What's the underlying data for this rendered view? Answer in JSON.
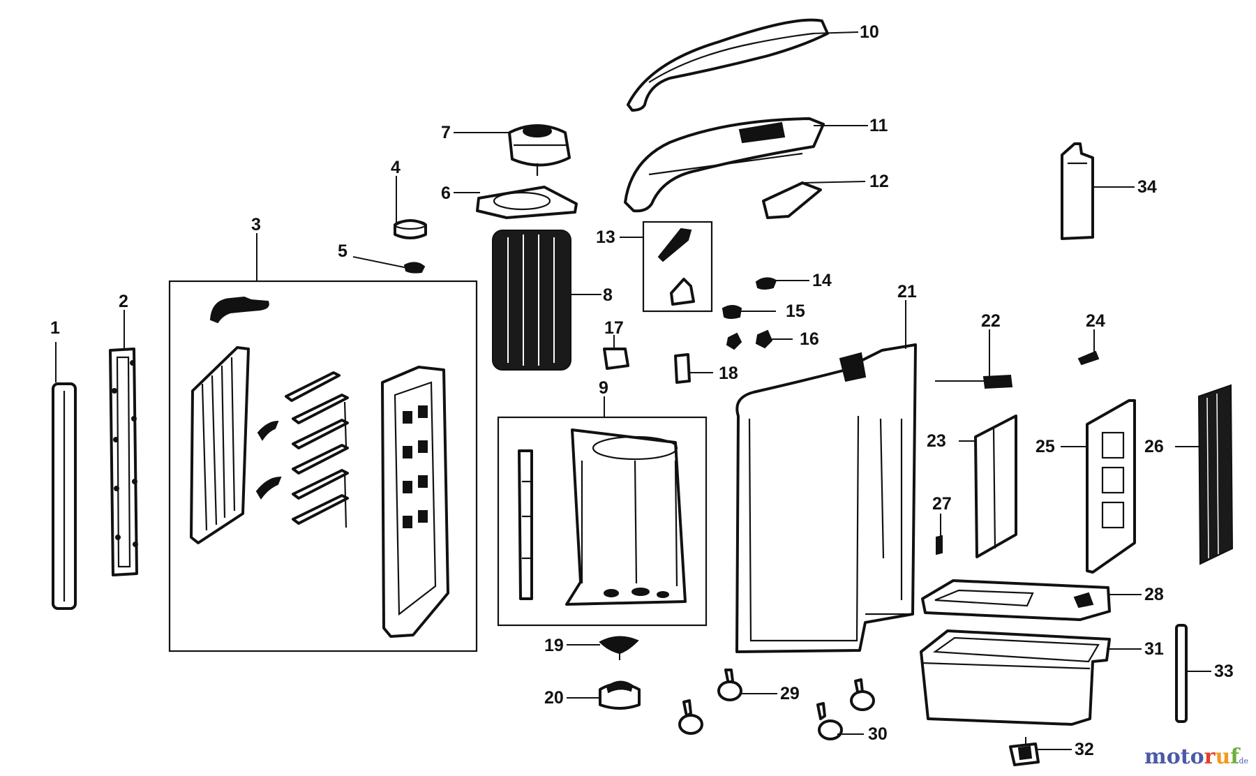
{
  "callouts": [
    "1",
    "2",
    "3",
    "4",
    "5",
    "6",
    "7",
    "8",
    "9",
    "10",
    "11",
    "12",
    "13",
    "14",
    "15",
    "16",
    "17",
    "18",
    "19",
    "20",
    "21",
    "22",
    "23",
    "24",
    "25",
    "26",
    "27",
    "28",
    "29",
    "30",
    "31",
    "32",
    "33",
    "34"
  ],
  "watermark": {
    "letters": [
      "m",
      "o",
      "t",
      "o",
      "r",
      "u",
      "f"
    ],
    "letter_colors": [
      "#4b5aa6",
      "#4b5aa6",
      "#4b5aa6",
      "#4b5aa6",
      "#e0402b",
      "#f39a1d",
      "#6fae3c"
    ],
    "suffix": ".de"
  }
}
